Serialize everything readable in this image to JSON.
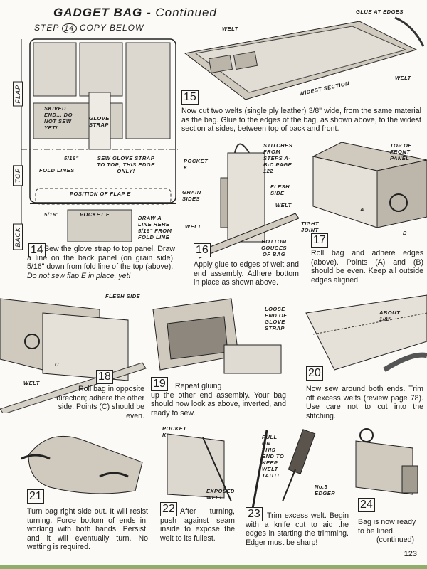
{
  "header": {
    "title": "GADGET BAG",
    "subtitle": "- Continued",
    "step_prefix": "STEP",
    "step_num": "14",
    "step_suffix": "COPY BELOW"
  },
  "fig14": {
    "side_labels": [
      "FLAP",
      "TOP",
      "BACK"
    ],
    "labels": {
      "skived": "SKIVED END... DO NOT SEW YET!",
      "glove": "GLOVE STRAP",
      "dim1": "5/16\"",
      "sew": "SEW GLOVE STRAP TO TOP; THIS EDGE ONLY!",
      "fold": "FOLD LINES",
      "flap": "POSITION OF FLAP E",
      "dim2": "5/16\"",
      "pocket": "POCKET F",
      "draw": "DRAW A LINE HERE 5/16\" FROM FOLD LINE"
    }
  },
  "fig15": {
    "labels": {
      "welt1": "WELT",
      "glue": "GLUE AT EDGES",
      "widest": "WIDEST SECTION",
      "welt2": "WELT"
    }
  },
  "fig16": {
    "labels": {
      "pocket": "POCKET K",
      "stitches": "STITCHES FROM STEPS A-B-C PAGE 122",
      "grain": "GRAIN SIDES",
      "flesh": "FLESH SIDE",
      "welt1": "WELT",
      "welt2": "WELT",
      "bottom": "BOTTOM GOUGES OF BAG"
    }
  },
  "fig17": {
    "labels": {
      "top": "TOP OF FRONT PANEL",
      "tight": "TIGHT JOINT",
      "a": "A",
      "b": "B"
    }
  },
  "fig18": {
    "labels": {
      "flesh": "FLESH SIDE",
      "welt": "WELT",
      "c": "C"
    }
  },
  "fig19": {
    "labels": {
      "loose": "LOOSE END OF GLOVE STRAP"
    }
  },
  "fig20": {
    "labels": {
      "about": "ABOUT 1/8\""
    }
  },
  "fig22": {
    "labels": {
      "pocket": "POCKET K",
      "exposed": "EXPOSED WELT"
    }
  },
  "fig23": {
    "labels": {
      "pull": "PULL ON THIS END TO KEEP WELT TAUT!",
      "edger": "No.5 EDGER"
    }
  },
  "steps": [
    {
      "num": "14",
      "lead": "Sew the glove strap to top panel. Draw a line on the back panel (on grain side), 5/16\" down from fold line of the top (above).",
      "note": "Do not sew flap E in place, yet!"
    },
    {
      "num": "15",
      "text": "Now cut two welts (single ply leather) 3/8\" wide, from the same material as the bag. Glue to the edges of the bag, as shown above, to the widest section at sides, between top of back and front."
    },
    {
      "num": "16",
      "text": "Apply glue to edges of welt and end assembly. Adhere bottom in place as shown above."
    },
    {
      "num": "17",
      "text": "Roll bag and adhere edges (above). Points (A) and (B) should be even. Keep all outside edges aligned."
    },
    {
      "num": "18",
      "text": "Roll bag in opposite direction; adhere the other side. Points (C) should be even."
    },
    {
      "num": "19",
      "lead": "Repeat gluing",
      "text": "up the other end assembly. Your bag should now look as above, inverted, and ready to sew."
    },
    {
      "num": "20",
      "text": "Now sew around both ends. Trim off excess welts (review page 78). Use care not to cut into the stitching."
    },
    {
      "num": "21",
      "text": "Turn bag right side out. It will resist turning. Force bottom of ends in, working with both hands. Persist, and it will eventually turn. No wetting is required."
    },
    {
      "num": "22",
      "text": "After turning, push against seam inside to expose the welt to its fullest."
    },
    {
      "num": "23",
      "text": "Trim excess welt. Begin with a knife cut to aid the edges in starting the trimming. Edger must be sharp!"
    },
    {
      "num": "24",
      "text": "Bag is now ready to be lined.",
      "cont": "(continued)"
    }
  ],
  "page_number": "123"
}
